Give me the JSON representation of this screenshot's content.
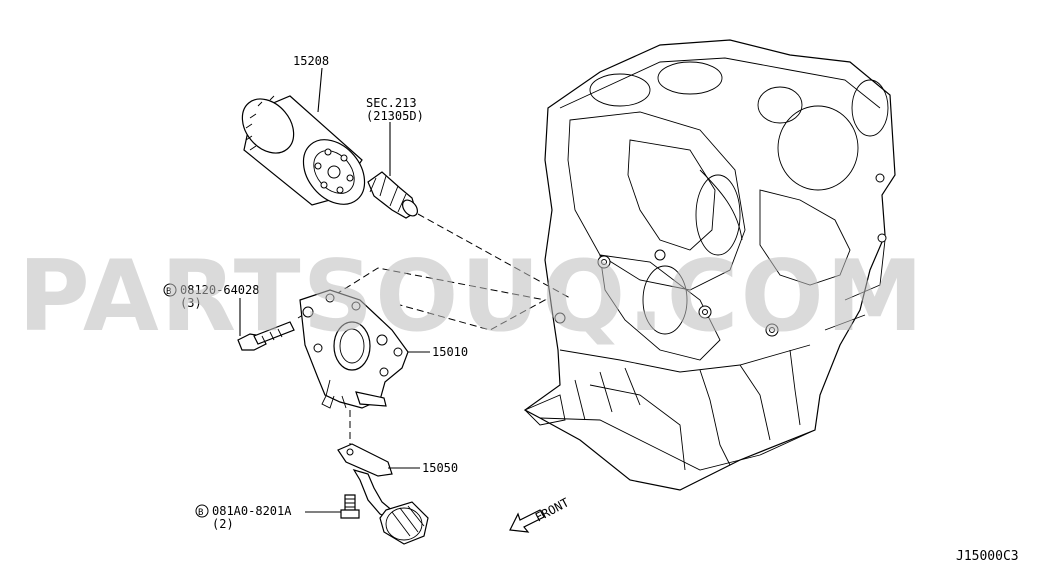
{
  "labels": {
    "oil_filter": "15208",
    "sec_ref_line1": "SEC.213",
    "sec_ref_line2": "(21305D)",
    "bolt_upper_code": "08120-64028",
    "bolt_upper_qty": "(3)",
    "bolt_upper_prefix": "B",
    "oil_pump": "15010",
    "strainer": "15050",
    "bolt_lower_code": "081A0-8201A",
    "bolt_lower_qty": "(2)",
    "bolt_lower_prefix": "B",
    "front_indicator": "FRONT",
    "diagram_code": "J15000C3"
  },
  "watermark": "PARTSOUQ.COM"
}
